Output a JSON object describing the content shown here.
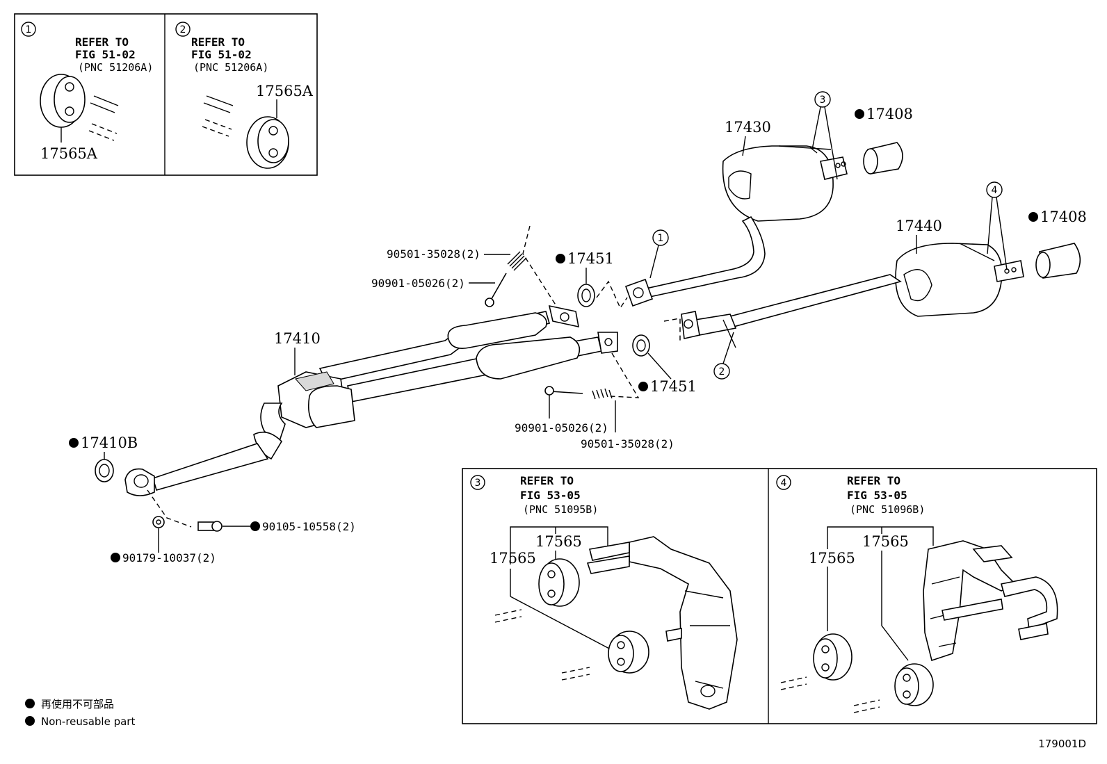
{
  "insets": {
    "inset1": {
      "num": "1",
      "refer1": "REFER TO",
      "refer2": "FIG 51-02",
      "pnc": "(PNC 51206A)",
      "part": "17565A"
    },
    "inset2": {
      "num": "2",
      "refer1": "REFER TO",
      "refer2": "FIG 51-02",
      "pnc": "(PNC 51206A)",
      "part": "17565A"
    },
    "inset3": {
      "num": "3",
      "refer1": "REFER TO",
      "refer2": "FIG 53-05",
      "pnc": "(PNC 51095B)",
      "part_a": "17565",
      "part_b": "17565"
    },
    "inset4": {
      "num": "4",
      "refer1": "REFER TO",
      "refer2": "FIG 53-05",
      "pnc": "(PNC 51096B)",
      "part_a": "17565",
      "part_b": "17565"
    }
  },
  "callouts": {
    "c1": "1",
    "c2": "2",
    "c3": "3",
    "c4": "4"
  },
  "labels": {
    "p17430": "17430",
    "p17408_top": "17408",
    "p17440": "17440",
    "p17408_right": "17408",
    "p17451_top": "17451",
    "p17451_bottom": "17451",
    "p17410": "17410",
    "p17410b": "17410B",
    "p90501_top": "90501-35028(2)",
    "p90901_top": "90901-05026(2)",
    "p90901_bottom": "90901-05026(2)",
    "p90501_bottom": "90501-35028(2)",
    "p90105": "90105-10558(2)",
    "p90179": "90179-10037(2)"
  },
  "legend": {
    "jp": "再使用不可部品",
    "en": "Non-reusable part"
  },
  "figure_id": "179001D",
  "colors": {
    "line": "#000000",
    "background": "#ffffff"
  }
}
